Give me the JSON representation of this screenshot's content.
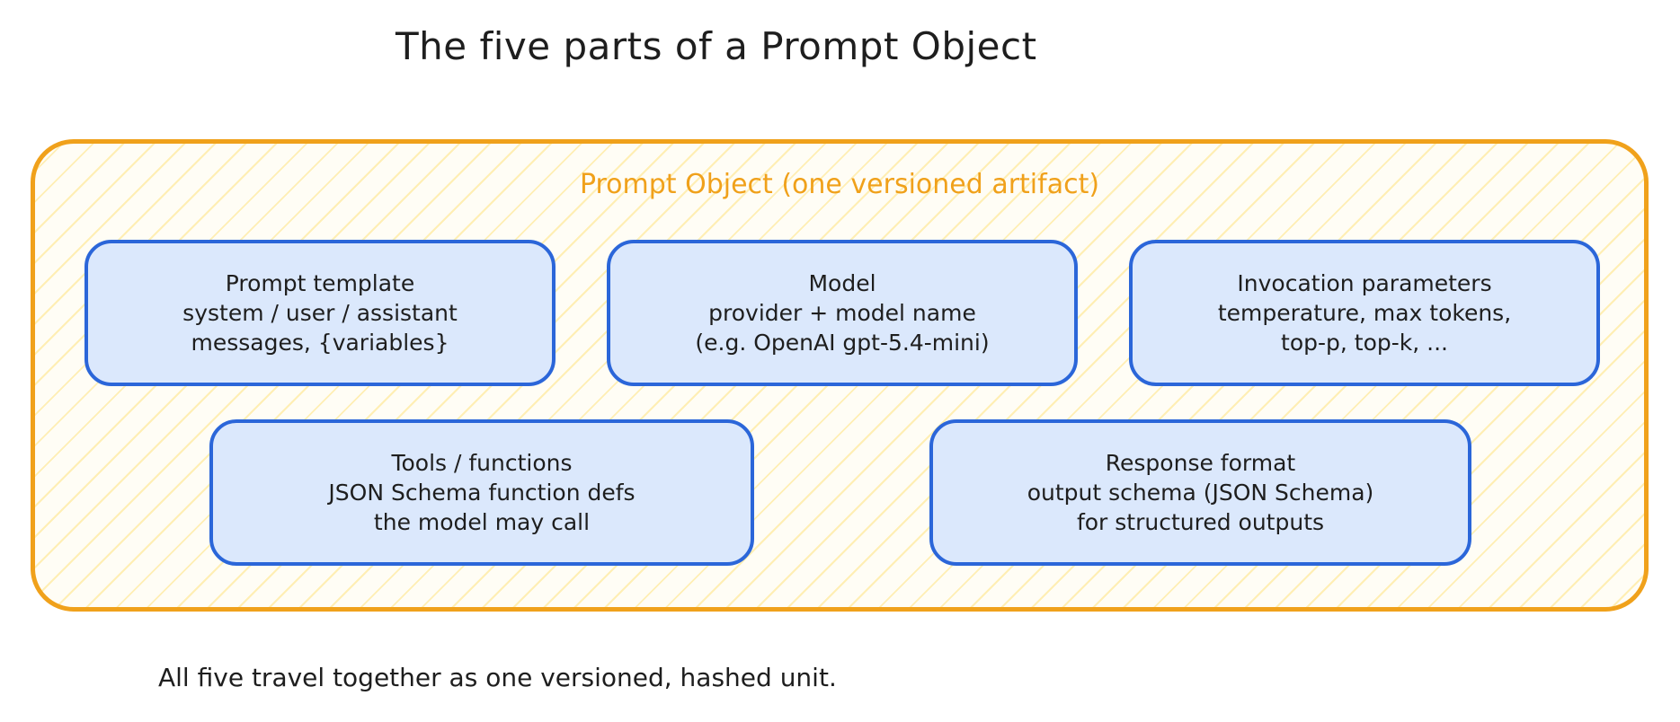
{
  "title": "The five parts of a Prompt Object",
  "container": {
    "label": "Prompt Object (one versioned artifact)"
  },
  "parts": [
    {
      "name": "Prompt template",
      "lines": [
        "Prompt template",
        "system / user / assistant",
        "messages, {variables}"
      ]
    },
    {
      "name": "Model",
      "lines": [
        "Model",
        "provider + model name",
        "(e.g. OpenAI gpt-5.4-mini)"
      ]
    },
    {
      "name": "Invocation parameters",
      "lines": [
        "Invocation parameters",
        "temperature, max tokens,",
        "top-p, top-k, ..."
      ]
    },
    {
      "name": "Tools / functions",
      "lines": [
        "Tools / functions",
        "JSON Schema function defs",
        "the model may call"
      ]
    },
    {
      "name": "Response format",
      "lines": [
        "Response format",
        "output schema (JSON Schema)",
        "for structured outputs"
      ]
    }
  ],
  "footer": "All five travel together as one versioned, hashed unit.",
  "colors": {
    "container_stroke": "#f0a11b",
    "container_hatch": "#ffe791",
    "part_stroke": "#2b66d9",
    "part_fill": "#dbe8fc",
    "text": "#1e1e1e"
  }
}
